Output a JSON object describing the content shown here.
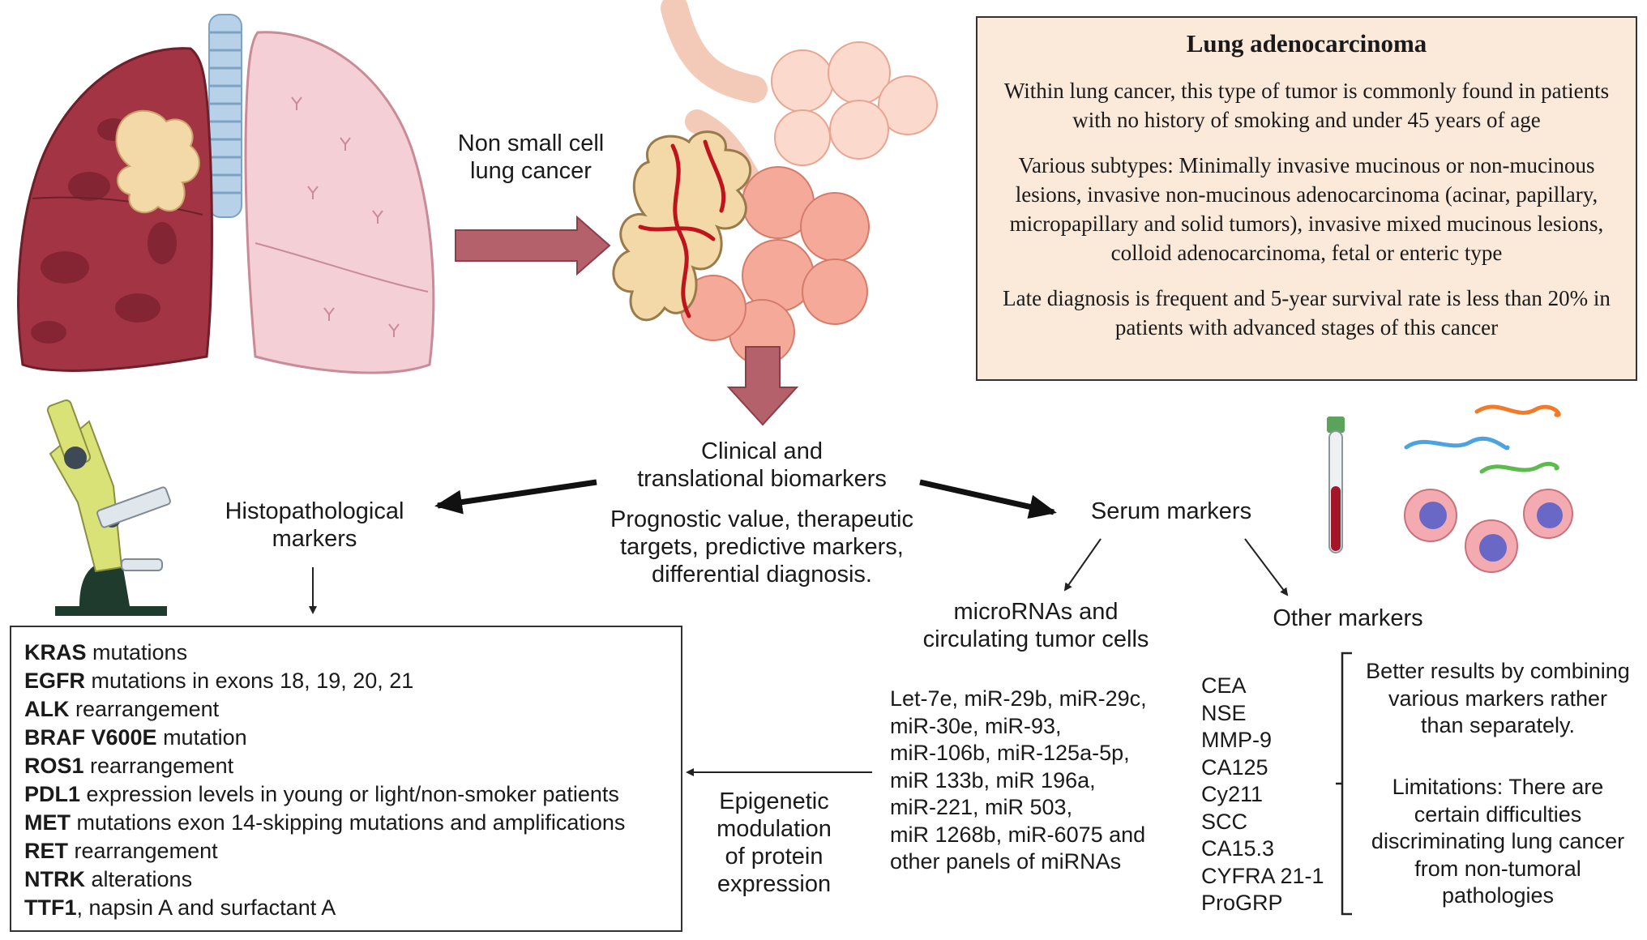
{
  "labels": {
    "nsclc": [
      "Non small cell",
      "lung cancer"
    ],
    "clinical": [
      "Clinical and",
      "translational biomarkers"
    ],
    "purpose": [
      "Prognostic value, therapeutic",
      "targets, predictive markers,",
      "differential diagnosis."
    ],
    "histopathological": [
      "Histopathological",
      "markers"
    ],
    "serum": "Serum markers",
    "micro": [
      "microRNAs and",
      "circulating tumor cells"
    ],
    "other": "Other markers",
    "epigenetic": [
      "Epigenetic",
      "modulation",
      "of protein",
      "expression"
    ]
  },
  "info_box": {
    "title": "Lung adenocarcinoma",
    "paragraphs": [
      "Within lung cancer, this type of tumor is commonly found in patients with no history of smoking and under 45 years of age",
      "Various subtypes: Minimally invasive mucinous or non-mucinous lesions, invasive non-mucinous adenocarcinoma (acinar, papillary, micropapillary and solid tumors), invasive mixed mucinous lesions, colloid adenocarcinoma, fetal or enteric type",
      "Late diagnosis is frequent and 5-year survival rate is less than 20% in patients with advanced stages of this cancer"
    ]
  },
  "histo_markers": [
    {
      "bold": "KRAS",
      "rest": " mutations"
    },
    {
      "bold": "EGFR",
      "rest": " mutations in exons 18, 19, 20, 21"
    },
    {
      "bold": "ALK",
      "rest": " rearrangement"
    },
    {
      "bold": "BRAF V600E",
      "rest": " mutation"
    },
    {
      "bold": "ROS1",
      "rest": " rearrangement"
    },
    {
      "bold": "PDL1",
      "rest": " expression levels in young or light/non-smoker patients"
    },
    {
      "bold": "MET",
      "rest": " mutations exon 14-skipping mutations and amplifications"
    },
    {
      "bold": "RET",
      "rest": " rearrangement"
    },
    {
      "bold": "NTRK",
      "rest": " alterations"
    },
    {
      "bold": "TTF1",
      "rest": ", napsin A and surfactant A"
    }
  ],
  "mirna_list": [
    "Let-7e, miR-29b, miR-29c,",
    "miR-30e, miR-93,",
    "miR-106b, miR-125a-5p,",
    "miR 133b, miR 196a,",
    "miR-221, miR 503,",
    "miR 1268b, miR-6075 and",
    "other panels of miRNAs"
  ],
  "other_list": [
    "CEA",
    "NSE",
    "MMP-9",
    "CA125",
    "Cy211",
    "SCC",
    "CA15.3",
    "CYFRA 21-1",
    "ProGRP"
  ],
  "notes": {
    "better": [
      "Better results by combining",
      "various markers rather",
      "than separately."
    ],
    "limits": [
      "Limitations: There are",
      "certain difficulties",
      "discriminating lung cancer",
      "from non-tumoral",
      "pathologies"
    ]
  },
  "colors": {
    "box_fill": "#fbe9da",
    "arrow_fill": "#b5616b",
    "lung_left": "#a33444",
    "lung_right": "#f4cfd6",
    "tumor": "#f4d9a8",
    "vessel": "#c0141c"
  },
  "icons": [
    "lungs-illustration",
    "alveoli-tumor-illustration",
    "microscope-icon",
    "blood-tube-icon",
    "mirna-strands-icon",
    "tumor-cells-icon"
  ]
}
